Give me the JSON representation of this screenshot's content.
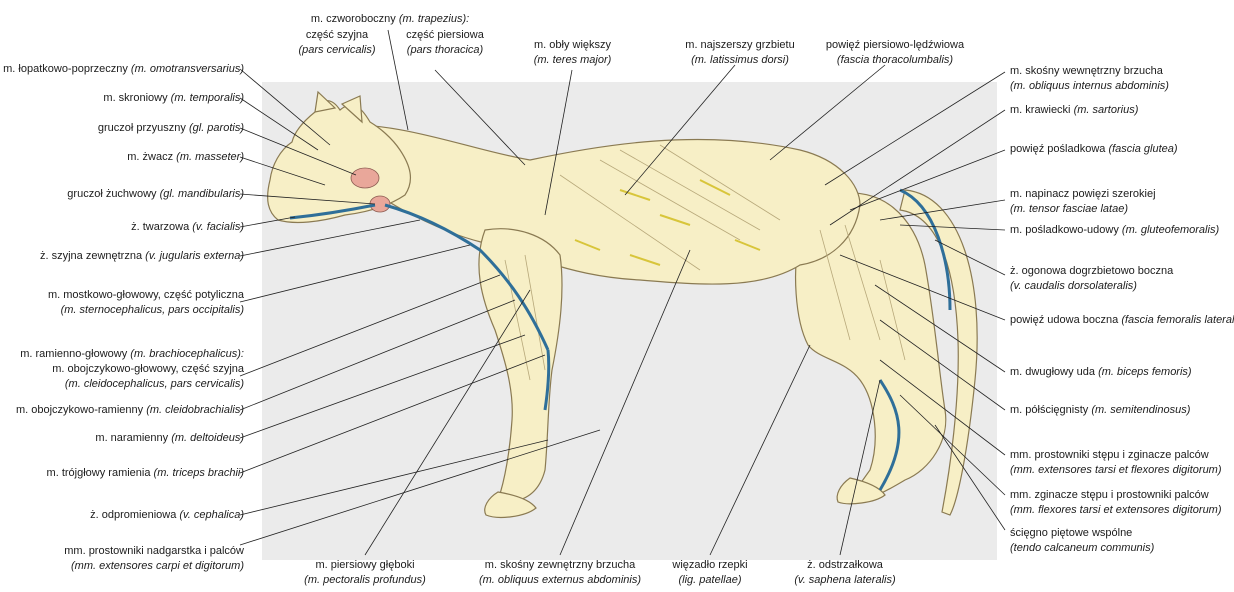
{
  "colors": {
    "body_fill": "#f7efc6",
    "body_stroke": "#8a7a52",
    "vein": "#2f6f99",
    "gland": "#e9a79a",
    "nerve": "#d8c53a",
    "panel": "#ebebeb",
    "leader": "#222222"
  },
  "labels": {
    "l01": {
      "text": "m. łopatkowo-poprzeczny",
      "latin": "(m. omotransversarius)"
    },
    "l02": {
      "text": "m. skroniowy",
      "latin": "(m. temporalis)"
    },
    "l03": {
      "text": "gruczoł przyuszny",
      "latin": "(gl. parotis)"
    },
    "l04": {
      "text": "m. żwacz",
      "latin": "(m. masseter)"
    },
    "l05": {
      "text": "gruczoł żuchwowy",
      "latin": "(gl. mandibularis)"
    },
    "l06": {
      "text": "ż. twarzowa",
      "latin": "(v. facialis)"
    },
    "l07": {
      "text": "ż. szyjna zewnętrzna",
      "latin": "(v. jugularis externa)"
    },
    "l08": {
      "text": "m. mostkowo-głowowy, część potyliczna",
      "latin": "(m. sternocephalicus, pars occipitalis)"
    },
    "l09": {
      "text": "m. ramienno-głowowy",
      "latin": "(m. brachiocephalicus):"
    },
    "l10": {
      "text": "m. obojczykowo-głowowy, część szyjna",
      "latin": "(m. cleidocephalicus, pars cervicalis)"
    },
    "l11": {
      "text": "m. obojczykowo-ramienny",
      "latin": "(m. cleidobrachialis)"
    },
    "l12": {
      "text": "m. naramienny",
      "latin": "(m. deltoideus)"
    },
    "l13": {
      "text": "m. trójgłowy ramienia",
      "latin": "(m. triceps brachii)"
    },
    "l14": {
      "text": "ż. odpromieniowa",
      "latin": "(v. cephalica)"
    },
    "l15": {
      "text": "mm. prostowniki nadgarstka i palców",
      "latin": "(mm. extensores carpi et digitorum)"
    },
    "t01": {
      "text": "m. czworoboczny",
      "latin": "(m. trapezius):"
    },
    "t02": {
      "text": "część szyjna",
      "latin": "(pars cervicalis)"
    },
    "t03": {
      "text": "część piersiowa",
      "latin": "(pars thoracica)"
    },
    "t04": {
      "text": "m. obły większy",
      "latin": "(m. teres major)"
    },
    "t05": {
      "text": "m. najszerszy grzbietu",
      "latin": "(m. latissimus dorsi)"
    },
    "t06": {
      "text": "powięź piersiowo-lędźwiowa",
      "latin": "(fascia thoracolumbalis)"
    },
    "r01": {
      "text": "m. skośny wewnętrzny brzucha",
      "latin": "(m. obliquus internus abdominis)"
    },
    "r02": {
      "text": "m. krawiecki",
      "latin": "(m. sartorius)"
    },
    "r03": {
      "text": "powięź pośladkowa",
      "latin": "(fascia glutea)"
    },
    "r04": {
      "text": "m. napinacz powięzi szerokiej",
      "latin": "(m. tensor fasciae latae)"
    },
    "r05": {
      "text": "m. pośladkowo-udowy",
      "latin": "(m. gluteofemoralis)"
    },
    "r06": {
      "text": "ż. ogonowa dogrzbietowo boczna",
      "latin": "(v. caudalis dorsolateralis)"
    },
    "r07": {
      "text": "powięź udowa boczna",
      "latin": "(fascia femoralis lateralis)"
    },
    "r08": {
      "text": "m. dwugłowy uda",
      "latin": "(m. biceps femoris)"
    },
    "r09": {
      "text": "m. półścięgnisty",
      "latin": "(m. semitendinosus)"
    },
    "r10": {
      "text": "mm. prostowniki stępu i zginacze palców",
      "latin": "(mm. extensores tarsi et flexores digitorum)"
    },
    "r11": {
      "text": "mm. zginacze stępu i prostowniki palców",
      "latin": "(mm. flexores tarsi et extensores digitorum)"
    },
    "r12": {
      "text": "ścięgno piętowe wspólne",
      "latin": "(tendo calcaneum communis)"
    },
    "b01": {
      "text": "m. piersiowy głęboki",
      "latin": "(m. pectoralis profundus)"
    },
    "b02": {
      "text": "m. skośny zewnętrzny brzucha",
      "latin": "(m. obliquus externus abdominis)"
    },
    "b03": {
      "text": "więzadło rzepki",
      "latin": "(lig. patellae)"
    },
    "b04": {
      "text": "ż. odstrzałkowa",
      "latin": "(v. saphena lateralis)"
    }
  }
}
